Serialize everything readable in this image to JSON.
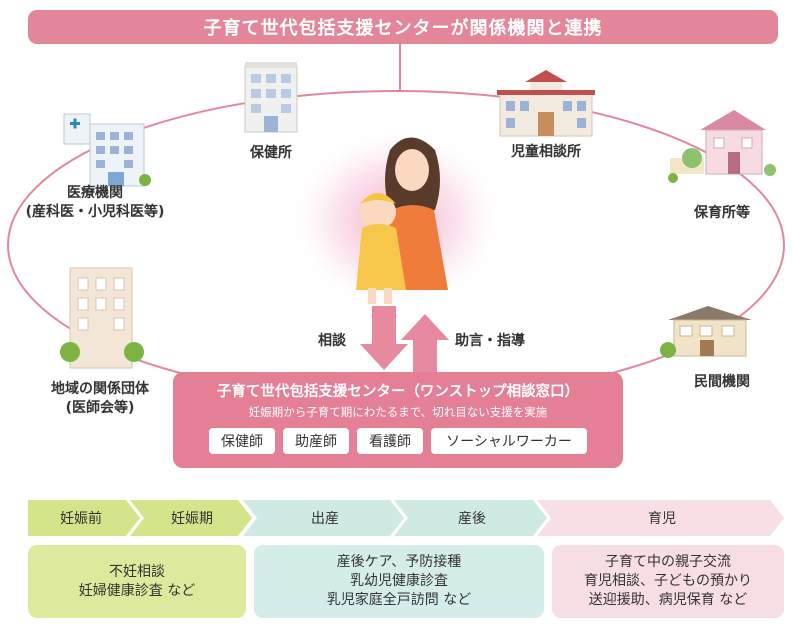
{
  "banner": {
    "title": "子育て世代包括支援センターが関係機関と連携"
  },
  "nodes": {
    "hokenjo": "保健所",
    "jidou": "児童相談所",
    "iryou_1": "医療機関",
    "iryou_2": "(産科医・小児科医等)",
    "hoikusho": "保育所等",
    "chiiki_1": "地域の関係団体",
    "chiiki_2": "(医師会等)",
    "minkan": "民間機関"
  },
  "arrows": {
    "down": "相談",
    "up": "助言・指導"
  },
  "center": {
    "title": "子育て世代包括支援センター（ワンストップ相談窓口）",
    "subtitle": "妊娠期から子育て期にわたるまで、切れ目ない支援を実施",
    "roles": [
      "保健師",
      "助産師",
      "看護師",
      "ソーシャルワーカー"
    ]
  },
  "phases": [
    "妊娠前",
    "妊娠期",
    "出産",
    "産後",
    "育児"
  ],
  "boxes": [
    {
      "lines": [
        "不妊相談",
        "妊婦健康診査 など"
      ]
    },
    {
      "lines": [
        "産後ケア、予防接種",
        "乳幼児健康診査",
        "乳児家庭全戸訪問 など"
      ]
    },
    {
      "lines": [
        "子育て中の親子交流",
        "育児相談、子どもの預かり",
        "送迎援助、病児保育 など"
      ]
    }
  ],
  "colors": {
    "pink": "#e3869a",
    "green_phase": "#d4e48a",
    "teal_phase": "#cfe9e3",
    "pink_phase": "#f8dfe6",
    "green_box": "#dde99c",
    "teal_box": "#d5ede8",
    "pink_box": "#f7dde4"
  }
}
